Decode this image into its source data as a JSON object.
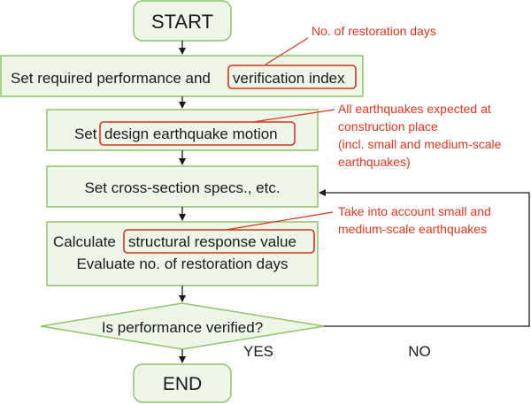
{
  "flowchart": {
    "start_label": "START",
    "end_label": "END",
    "step1": {
      "text": "Set required performance and",
      "highlight": "verification index"
    },
    "step2": {
      "text": "Set",
      "highlight": "design earthquake motion"
    },
    "step3": {
      "text": "Set cross-section specs., etc."
    },
    "step4": {
      "line1_text": "Calculate",
      "line1_highlight": "structural response value",
      "line2": "Evaluate no. of restoration days"
    },
    "decision": {
      "text": "Is performance verified?",
      "yes_label": "YES",
      "no_label": "NO"
    }
  },
  "annotations": {
    "note1": [
      "No. of restoration days"
    ],
    "note2": [
      "All earthquakes expected at",
      "construction place",
      "(incl. small and medium-scale",
      "earthquakes)"
    ],
    "note3": [
      "Take into account small and",
      "medium-scale earthquakes"
    ]
  },
  "colors": {
    "box_fill": "#eef6e8",
    "box_border": "#8fc46a",
    "highlight_border": "#d8321c",
    "annotation_text": "#e8341c",
    "arrow": "#1a1a1a"
  }
}
